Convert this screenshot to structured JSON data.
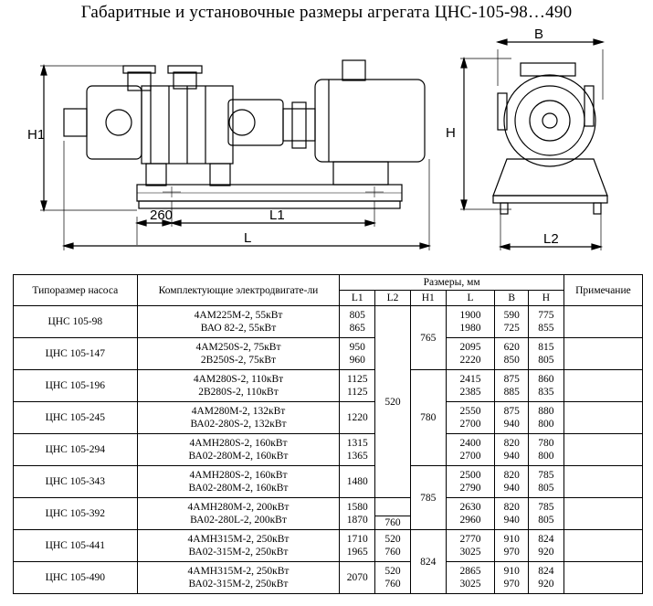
{
  "title": "Габаритные и установочные размеры агрегата ЦНС-105-98…490",
  "drawing": {
    "labels": {
      "h1": "H1",
      "h": "H",
      "b": "B",
      "l": "L",
      "l1": "L1",
      "l2": "L2",
      "dim_260": "260"
    }
  },
  "table": {
    "headers": {
      "model": "Типоразмер насоса",
      "motors": "Комплектующие электродвигате-ли",
      "sizes": "Размеры, мм",
      "note": "Примечание",
      "l1": "L1",
      "l2": "L2",
      "h1": "H1",
      "l": "L",
      "b": "B",
      "h": "H"
    },
    "l2_merged": [
      "520",
      "760"
    ],
    "h1_merged": [
      "765",
      "780",
      "785",
      "824"
    ],
    "rows": [
      {
        "model": "ЦНС 105-98",
        "motors": [
          "4АМ225М-2, 55кВт",
          "ВАО 82-2, 55кВт"
        ],
        "l1": [
          "805",
          "865"
        ],
        "l": [
          "1900",
          "1980"
        ],
        "b": [
          "590",
          "725"
        ],
        "h": [
          "775",
          "855"
        ]
      },
      {
        "model": "ЦНС 105-147",
        "motors": [
          "4АМ250S-2, 75кВт",
          "2В250S-2, 75кВт"
        ],
        "l1": [
          "950",
          "960"
        ],
        "l": [
          "2095",
          "2220"
        ],
        "b": [
          "620",
          "850"
        ],
        "h": [
          "815",
          "805"
        ]
      },
      {
        "model": "ЦНС 105-196",
        "motors": [
          "4АМ280S-2, 110кВт",
          "2В280S-2, 110кВт"
        ],
        "l1": [
          "1125",
          "1125"
        ],
        "l": [
          "2415",
          "2385"
        ],
        "b": [
          "875",
          "885"
        ],
        "h": [
          "860",
          "835"
        ]
      },
      {
        "model": "ЦНС 105-245",
        "motors": [
          "4АМ280М-2, 132кВт",
          "ВА02-280S-2, 132кВт"
        ],
        "l1": [
          "1220"
        ],
        "l": [
          "2550",
          "2700"
        ],
        "b": [
          "875",
          "940"
        ],
        "h": [
          "880",
          "800"
        ]
      },
      {
        "model": "ЦНС 105-294",
        "motors": [
          "4АМН280S-2, 160кВт",
          "ВА02-280М-2, 160кВт"
        ],
        "l1": [
          "1315",
          "1365"
        ],
        "l": [
          "2400",
          "2700"
        ],
        "b": [
          "820",
          "940"
        ],
        "h": [
          "780",
          "800"
        ]
      },
      {
        "model": "ЦНС 105-343",
        "motors": [
          "4АМН280S-2, 160кВт",
          "ВА02-280М-2, 160кВт"
        ],
        "l1": [
          "1480"
        ],
        "l": [
          "2500",
          "2790"
        ],
        "b": [
          "820",
          "940"
        ],
        "h": [
          "785",
          "805"
        ]
      },
      {
        "model": "ЦНС 105-392",
        "motors": [
          "4АМН280М-2, 200кВт",
          "ВА02-280L-2, 200кВт"
        ],
        "l1": [
          "1580",
          "1870"
        ],
        "l": [
          "2630",
          "2960"
        ],
        "b": [
          "820",
          "940"
        ],
        "h": [
          "785",
          "805"
        ]
      },
      {
        "model": "ЦНС 105-441",
        "motors": [
          "4АМН315М-2, 250кВт",
          "ВА02-315М-2, 250кВт"
        ],
        "l1": [
          "1710",
          "1965"
        ],
        "l2": [
          "520",
          "760"
        ],
        "l": [
          "2770",
          "3025"
        ],
        "b": [
          "910",
          "970"
        ],
        "h": [
          "824",
          "920"
        ]
      },
      {
        "model": "ЦНС 105-490",
        "motors": [
          "4АМН315М-2, 250кВт",
          "ВА02-315М-2, 250кВт"
        ],
        "l1": [
          "2070"
        ],
        "l2": [
          "520",
          "760"
        ],
        "l": [
          "2865",
          "3025"
        ],
        "b": [
          "910",
          "970"
        ],
        "h": [
          "824",
          "920"
        ]
      }
    ]
  }
}
